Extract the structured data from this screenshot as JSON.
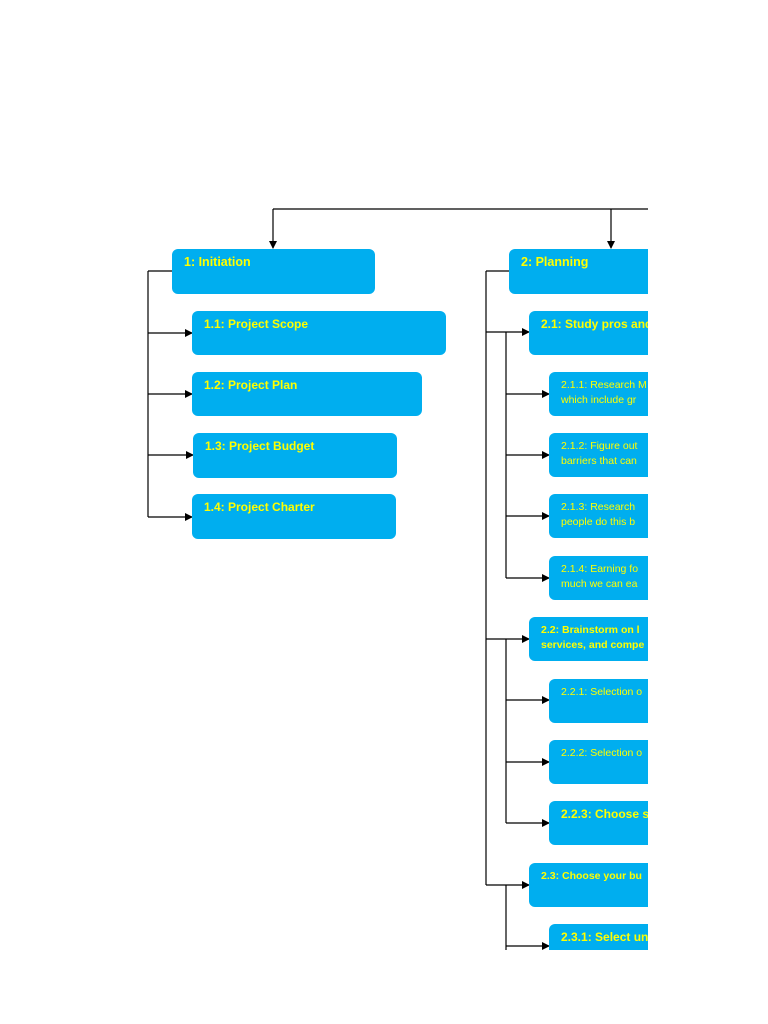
{
  "colors": {
    "node_fill": "#00aeef",
    "node_text": "#ffff00",
    "line": "#000000"
  },
  "nodes": {
    "initiation": {
      "label": "1: Initiation"
    },
    "scope": {
      "label": "1.1: Project Scope"
    },
    "plan": {
      "label": "1.2: Project Plan"
    },
    "budget": {
      "label": "1.3: Project Budget"
    },
    "charter": {
      "label": "1.4: Project Charter"
    },
    "planning": {
      "label": "2: Planning"
    },
    "study": {
      "label": "2.1: Study pros and"
    },
    "research1": {
      "line1": "2.1.1: Research M",
      "line2": "which include gr"
    },
    "figure": {
      "line1": "2.1.2: Figure out",
      "line2": "barriers that can"
    },
    "research3": {
      "line1": "2.1.3:  Research",
      "line2": "people do this b"
    },
    "earning": {
      "line1": "2.1.4: Earning fo",
      "line2": "much we can ea"
    },
    "brainstorm": {
      "line1": "2.2: Brainstorm on l",
      "line2": "services, and compe"
    },
    "selection1": {
      "label": "2.2.1: Selection o"
    },
    "selection2": {
      "label": "2.2.2: Selection o"
    },
    "choose223": {
      "label": "2.2.3:  Choose s"
    },
    "choose23": {
      "label": "2.3: Choose your bu"
    },
    "select231": {
      "label": "2.3.1: Select un"
    }
  }
}
